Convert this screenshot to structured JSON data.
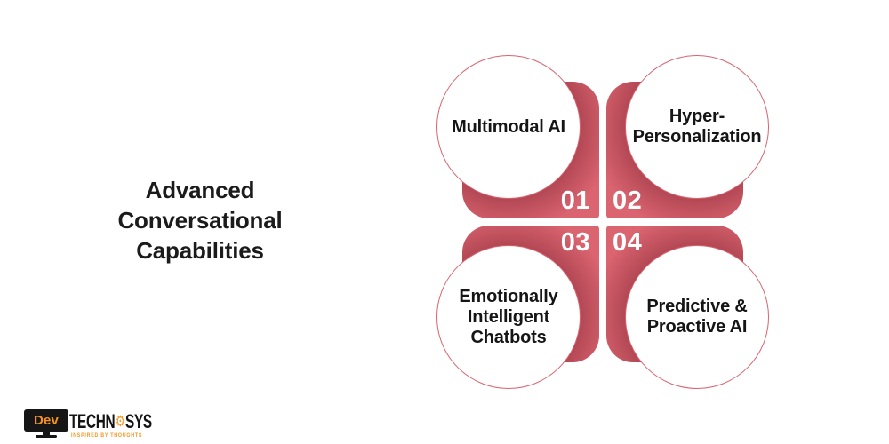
{
  "colors": {
    "pink": "#DA6470",
    "pink_border": "#D9636F",
    "orange": "#F7941E",
    "ink": "#1B1B1B"
  },
  "title": {
    "lines": [
      "Advanced",
      "Conversational",
      "Capabilities"
    ]
  },
  "diagram": {
    "items": [
      {
        "number": "01",
        "label_lines": [
          "Multimodal AI"
        ]
      },
      {
        "number": "02",
        "label_lines": [
          "Hyper-",
          "Personalization"
        ]
      },
      {
        "number": "03",
        "label_lines": [
          "Emotionally",
          "Intelligent",
          "Chatbots"
        ]
      },
      {
        "number": "04",
        "label_lines": [
          "Predictive &",
          "Proactive AI"
        ]
      }
    ]
  },
  "logo": {
    "monitor_text": "Dev",
    "brand_left": "TECHN",
    "gear_icon": "gear",
    "gear_glyph": "⚙",
    "brand_right": "SYS",
    "tagline": "INSPIRED BY THOUGHTS"
  }
}
